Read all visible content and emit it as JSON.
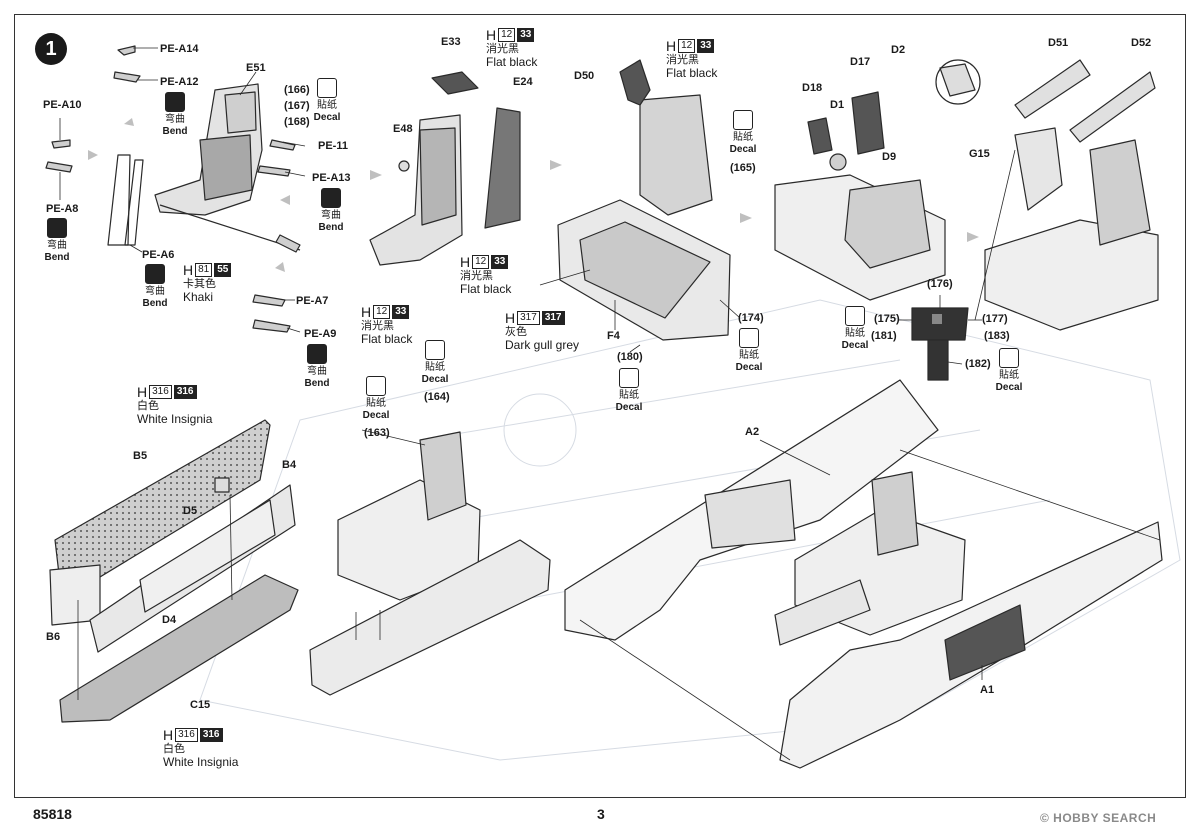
{
  "step_number": "1",
  "footer": {
    "product_code": "85818",
    "page_number": "3"
  },
  "watermark": "© HOBBY SEARCH",
  "part_labels": {
    "pe_a14": "PE-A14",
    "pe_a12": "PE-A12",
    "pe_a10": "PE-A10",
    "pe_a8": "PE-A8",
    "pe_11": "PE-11",
    "pe_a13": "PE-A13",
    "pe_a6": "PE-A6",
    "pe_a7": "PE-A7",
    "pe_a9": "PE-A9",
    "e51": "E51",
    "e33": "E33",
    "e48": "E48",
    "e24": "E24",
    "d50": "D50",
    "d2": "D2",
    "d17": "D17",
    "d18": "D18",
    "d1": "D1",
    "d9": "D9",
    "d51": "D51",
    "d52": "D52",
    "g15": "G15",
    "f4": "F4",
    "b5": "B5",
    "b4": "B4",
    "d5": "D5",
    "d4": "D4",
    "b6": "B6",
    "c15": "C15",
    "a2": "A2",
    "a1": "A1"
  },
  "decal_numbers": {
    "n166": "(166)",
    "n167": "(167)",
    "n168": "(168)",
    "n165": "(165)",
    "n174": "(174)",
    "n180": "(180)",
    "n176": "(176)",
    "n175": "(175)",
    "n177": "(177)",
    "n181": "(181)",
    "n183": "(183)",
    "n182": "(182)",
    "n164": "(164)",
    "n163": "(163)"
  },
  "paints": {
    "khaki": {
      "h": "H",
      "code1": "81",
      "code2": "55",
      "cn": "卡其色",
      "en": "Khaki"
    },
    "flat_black": {
      "h": "H",
      "code1": "12",
      "code2": "33",
      "cn": "消光黑",
      "en": "Flat black"
    },
    "dark_gull_grey": {
      "h": "H",
      "code1": "317",
      "code2": "317",
      "cn": "灰色",
      "en": "Dark gull grey"
    },
    "white_insignia": {
      "h": "H",
      "code1": "316",
      "code2": "316",
      "cn": "白色",
      "en": "White Insignia"
    }
  },
  "tags": {
    "decal": {
      "cn": "貼纸",
      "en": "Decal"
    },
    "bend": {
      "cn": "弯曲",
      "en": "Bend"
    }
  },
  "colors": {
    "line": "#2a2a2a",
    "part_fill": "#d9d9d9",
    "dark_fill": "#555555",
    "ghost": "#d6dbe3"
  }
}
